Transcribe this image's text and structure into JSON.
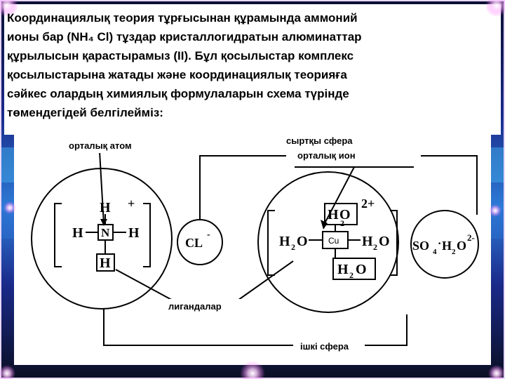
{
  "slide": {
    "text": "Координациялық теория тұрғысынан құрамында аммоний\nионы бар (NH₄ Cl) тұздар кристаллогидратын алюминаттар\nқұрылысын қарастырамыз (II). Бұл қосылыстар комплекс\nқосылыстарына жатады және координациялық теорияға\nсәйкес олардың химиялық формулаларын схема түрінде\nтөмендегідей белгілейміз:"
  },
  "diagram": {
    "labels": {
      "central_atom": "орталық атом",
      "outer_sphere": "сыртқы сфера",
      "central_ion": "орталық ион",
      "ligands": "лигандалар",
      "inner_sphere": "ішкі сфера"
    },
    "ammonium": {
      "h_top": "H",
      "charge": "+",
      "h_left": "H",
      "center": "N",
      "h_right": "H",
      "h_bottom": "H"
    },
    "chloride": {
      "symbol": "CL",
      "charge": "-"
    },
    "copper": {
      "top_h": "H",
      "top_o": "O",
      "top_sub": "2",
      "charge": "2+",
      "left_h": "H",
      "left_sub": "2",
      "left_o": "O",
      "center": "Cu",
      "right_h": "H",
      "right_sub": "2",
      "right_o": "O",
      "bottom_h": "H",
      "bottom_sub": "2",
      "bottom_o": "O"
    },
    "sulfate": {
      "so": "SO",
      "sub4": "4",
      "dot": "·",
      "h": "H",
      "sub2": "2",
      "o": "O",
      "charge": "2-"
    }
  }
}
